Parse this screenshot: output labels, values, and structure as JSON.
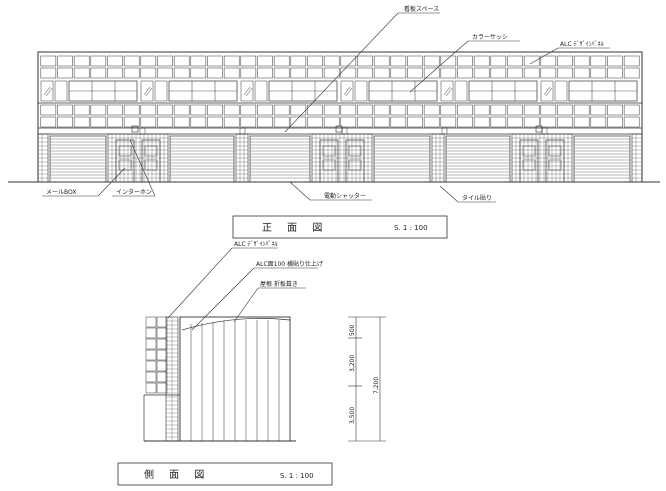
{
  "front": {
    "labels": {
      "name_sign_space": "看板スペース",
      "color_sash": "カラーサッシ",
      "alc_design": "ALC ﾃﾞｻﾞｲﾝﾊﾟﾈﾙ",
      "mail_box": "メールBOX",
      "intercom": "インターホン",
      "shutter": "電動シャッター",
      "tile": "タイル貼り"
    },
    "title": "正 面 図",
    "scale": "S. 1 : 100"
  },
  "side": {
    "labels": {
      "alc_design": "ALC ﾃﾞｻﾞｲﾝﾊﾟﾈﾙ",
      "alc_panel": "ALC面100 横貼り仕上げ",
      "roof": "屋根 折板葺き"
    },
    "dimensions": [
      "500",
      "3,200",
      "7,200",
      "3,500"
    ],
    "title": "側 面 図",
    "scale": "S. 1 : 100"
  }
}
